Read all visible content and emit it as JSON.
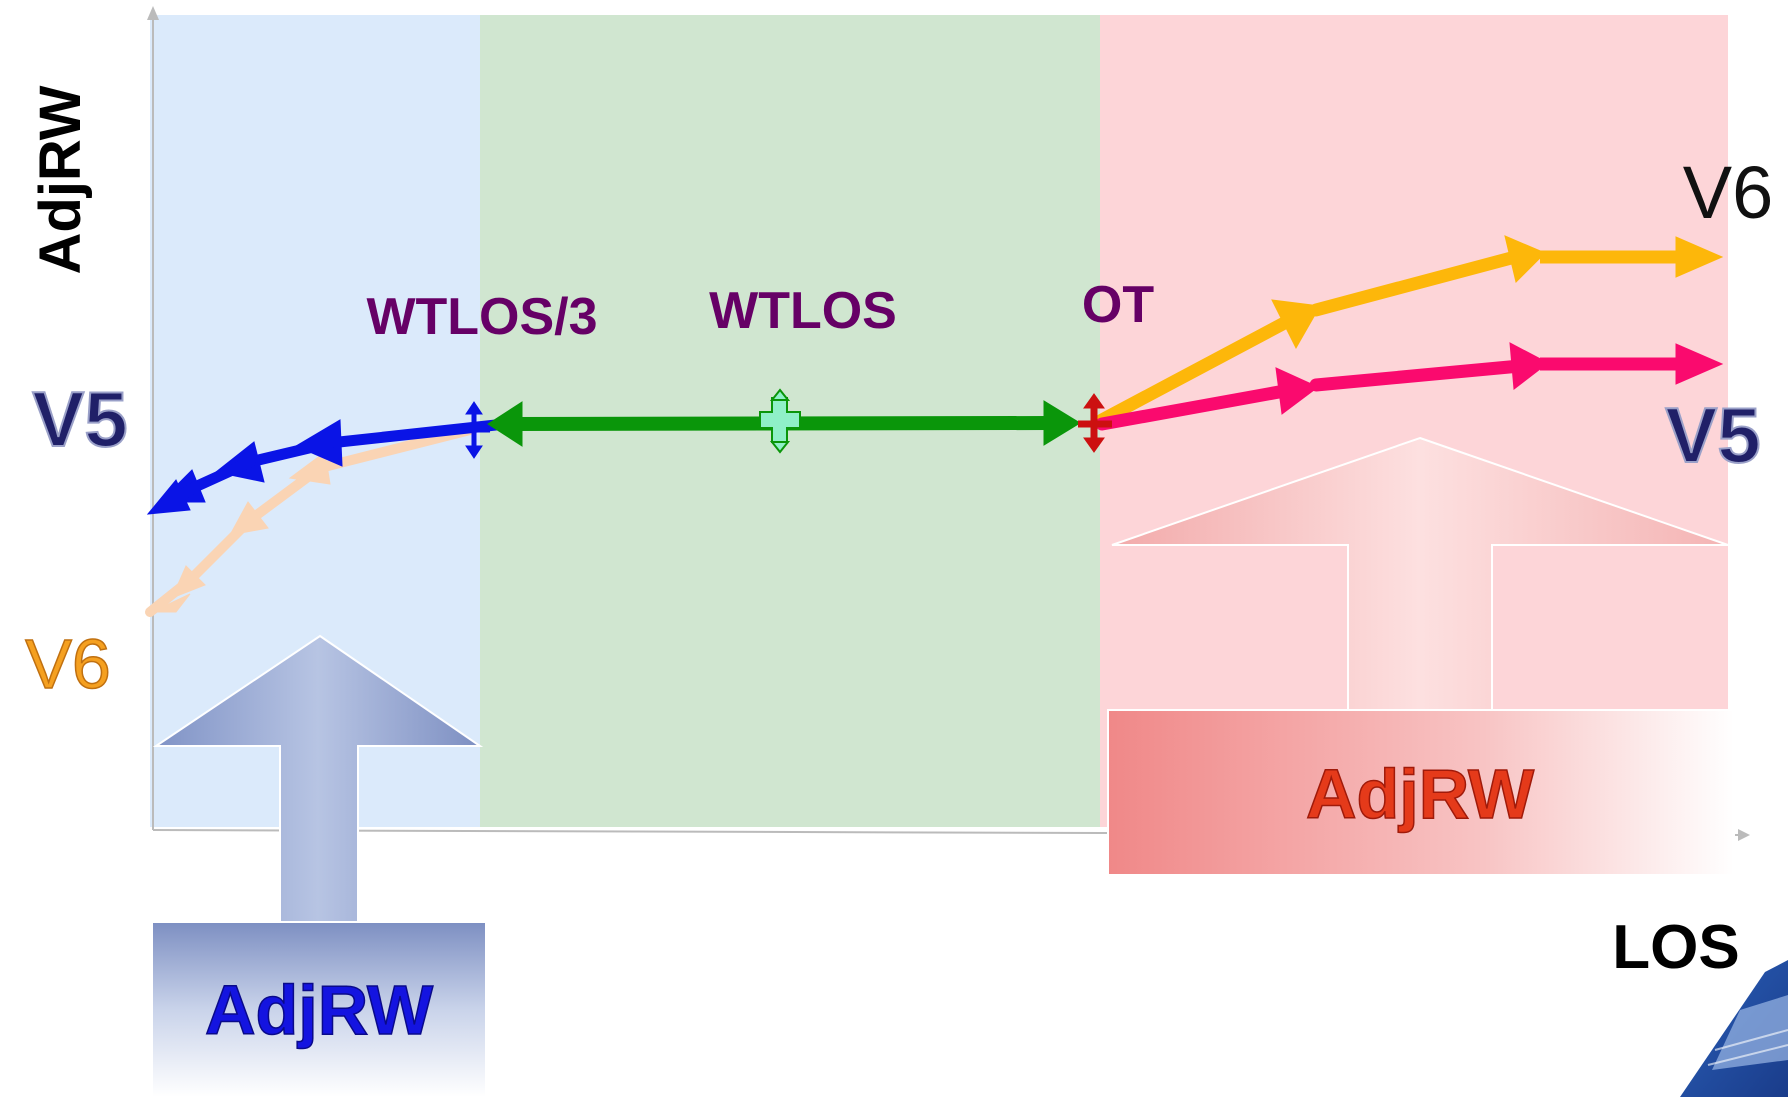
{
  "axes": {
    "y_label": "AdjRW",
    "x_label": "LOS"
  },
  "markers": {
    "wtlos3": "WTLOS/3",
    "wtlos": "WTLOS",
    "ot": "OT"
  },
  "series": {
    "v5_left": "V5",
    "v6_left": "V6",
    "v6_right": "V6",
    "v5_right": "V5"
  },
  "callouts": {
    "left_box": "AdjRW",
    "right_box": "AdjRW"
  },
  "colors": {
    "zone_left": "#dbeafb",
    "zone_middle": "#d0e6d0",
    "zone_right": "#fdd5d8",
    "label_purple": "#660066",
    "v5_navy": "#202068",
    "v6_orange": "#f5a020",
    "blue_arrow": "#0a14e6",
    "peach_arrow": "#fad4b4",
    "green_arrow": "#0a960a",
    "gold_arrow": "#fdb70a",
    "pink_arrow": "#fa0a6e",
    "red_marker": "#cc1010",
    "blue_box_text": "#1414e0",
    "red_box_text": "#e53a1a"
  },
  "icons": {
    "corner_logo": "pyramid-logo-icon"
  }
}
